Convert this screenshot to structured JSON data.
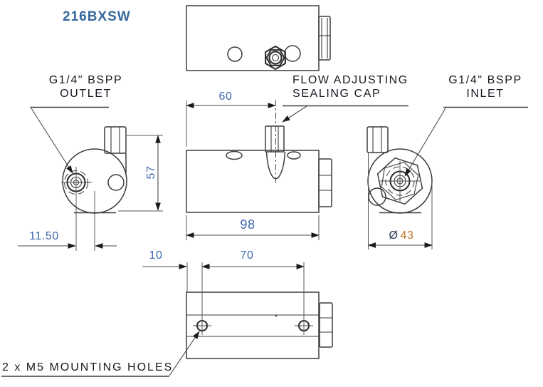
{
  "drawing": {
    "part_number": "216BXSW",
    "labels": {
      "outlet_line1": "G1/4\" BSPP",
      "outlet_line2": "OUTLET",
      "flow_line1": "FLOW ADJUSTING",
      "flow_line2": "SEALING CAP",
      "inlet_line1": "G1/4\" BSPP",
      "inlet_line2": "INLET",
      "mounting": "2 x M5 MOUNTING HOLES"
    },
    "dimensions": {
      "cap_position": "60",
      "body_height": "57",
      "body_length": "98",
      "outlet_offset": "11.50",
      "diameter_symbol": "Ø",
      "diameter_value": "43",
      "hole_edge_offset": "10",
      "hole_spacing": "70"
    },
    "colors": {
      "title_text": "#36689c",
      "dimension_text": "#3f66ad",
      "diameter_value_text": "#bf7326",
      "label_text": "#181822",
      "line": "#3b3b3b"
    }
  }
}
